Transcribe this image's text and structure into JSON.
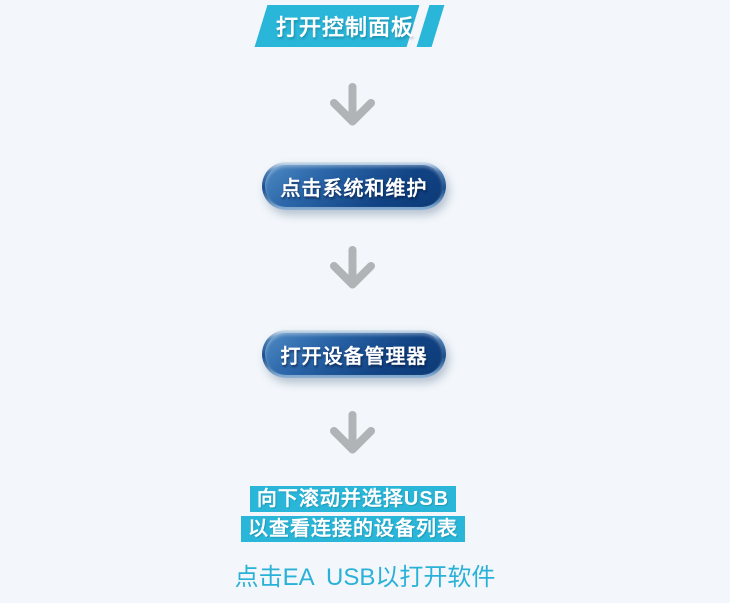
{
  "canvas": {
    "background": "#f3f7fb"
  },
  "palette": {
    "accent_cyan": "#29b6d8",
    "button_blue_top": "#4e8ac2",
    "button_blue_bottom": "#0c3a76",
    "arrow_gray": "#b1b4b6",
    "text_white": "#ffffff",
    "footer_cyan": "#2ab1d7"
  },
  "steps": [
    {
      "type": "banner",
      "label": "打开控制面板"
    },
    {
      "type": "button",
      "label": "点击系统和维护"
    },
    {
      "type": "button",
      "label": "打开设备管理器"
    },
    {
      "type": "highlight",
      "lines": [
        "向下滚动并选择USB",
        "以查看连接的设备列表"
      ]
    }
  ],
  "footer_note": "点击EA USB以打开软件"
}
